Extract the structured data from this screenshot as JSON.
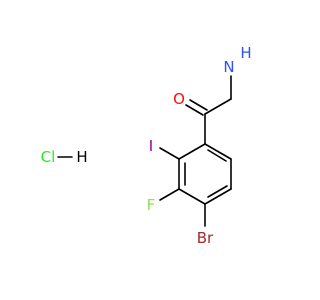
{
  "molecule": {
    "atoms": {
      "nh2_n": "N",
      "nh2_h2": "H",
      "oxygen": "O",
      "iodine": "I",
      "fluorine": "F",
      "bromine": "Br",
      "hcl_cl": "Cl",
      "hcl_h": "H"
    }
  },
  "colors": {
    "nitrogen": "#3050F8",
    "oxygen": "#FF0D0D",
    "iodine": "#940094",
    "fluorine": "#90E050",
    "bromine": "#A62929",
    "chlorine": "#1FF01F",
    "hydrogen": "#000000",
    "bond": "#000000"
  }
}
